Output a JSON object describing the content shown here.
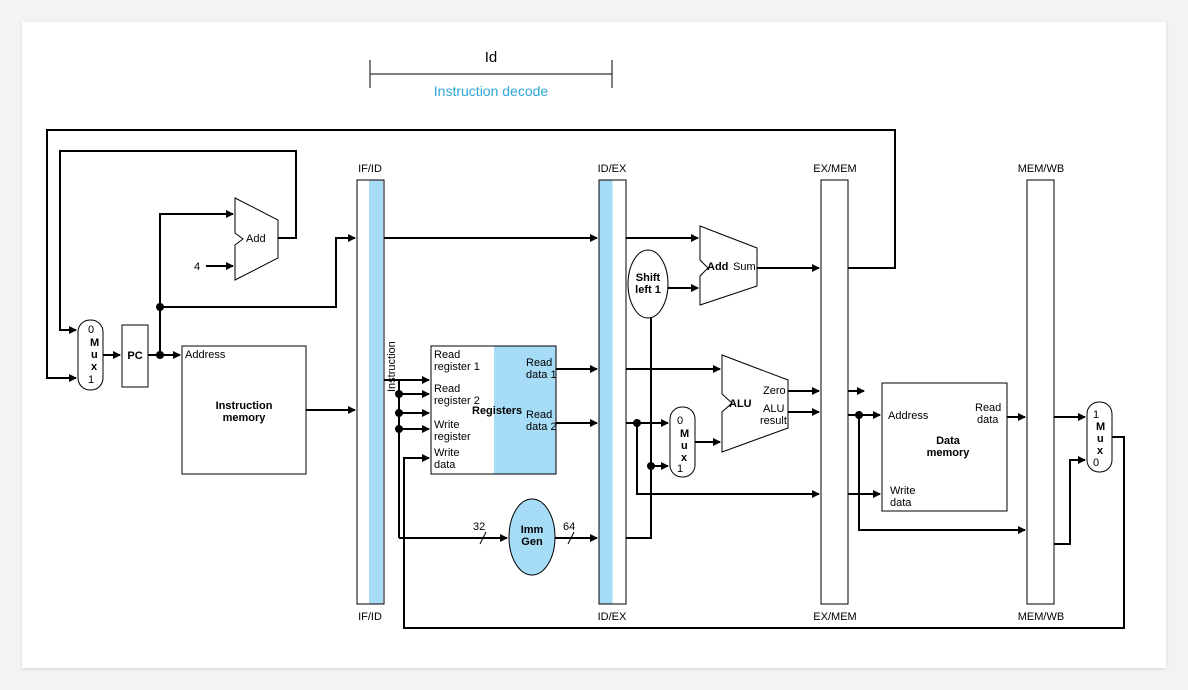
{
  "header": {
    "stage_abbr": "Id",
    "stage_name": "Instruction decode"
  },
  "pipeline_registers": {
    "if_id": "IF/ID",
    "id_ex": "ID/EX",
    "ex_mem": "EX/MEM",
    "mem_wb": "MEM/WB"
  },
  "pc": {
    "label": "PC"
  },
  "adders": {
    "pc_add": "Add",
    "pc_add_const": "4",
    "branch_add": "Add",
    "branch_sum": "Sum"
  },
  "mux": {
    "m": "M",
    "u": "u",
    "x": "x",
    "pc_mux_top": "0",
    "pc_mux_bottom": "1",
    "alu_mux_top": "0",
    "alu_mux_bottom": "1",
    "wb_mux_top": "1",
    "wb_mux_bottom": "0"
  },
  "instruction_memory": {
    "address": "Address",
    "title_line1": "Instruction",
    "title_line2": "memory"
  },
  "instruction_label": "Instruction",
  "registers": {
    "title": "Registers",
    "read_reg1_a": "Read",
    "read_reg1_b": "register 1",
    "read_reg2_a": "Read",
    "read_reg2_b": "register 2",
    "write_reg_a": "Write",
    "write_reg_b": "register",
    "write_data_a": "Write",
    "write_data_b": "data",
    "read_data1_a": "Read",
    "read_data1_b": "data 1",
    "read_data2_a": "Read",
    "read_data2_b": "data 2"
  },
  "imm_gen": {
    "line1": "Imm",
    "line2": "Gen",
    "in_width": "32",
    "out_width": "64"
  },
  "shift": {
    "line1": "Shift",
    "line2": "left 1"
  },
  "alu": {
    "label": "ALU",
    "zero": "Zero",
    "result_a": "ALU",
    "result_b": "result"
  },
  "data_memory": {
    "address": "Address",
    "read_a": "Read",
    "read_b": "data",
    "write_a": "Write",
    "write_b": "data",
    "title_line1": "Data",
    "title_line2": "memory"
  },
  "colors": {
    "highlight": "#a6dcf5",
    "stage_text": "#2ea6d8",
    "imm_fill": "#a6dcf5"
  }
}
